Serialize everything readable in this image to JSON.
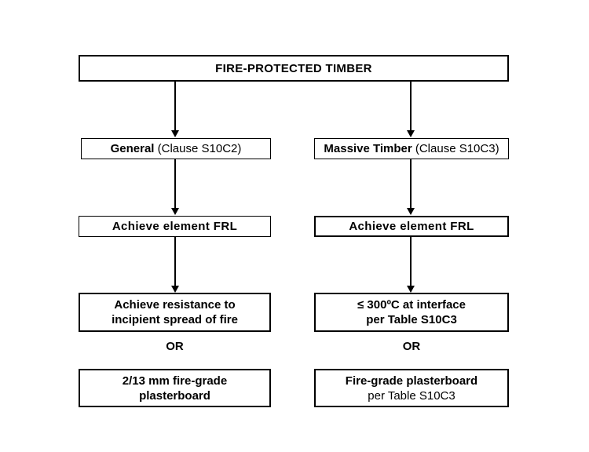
{
  "title": "FIRE-PROTECTED TIMBER",
  "or_label": "OR",
  "columns": {
    "left": {
      "branch_bold": "General",
      "branch_rest": " (Clause S10C2)",
      "frl": "Achieve element FRL",
      "criteria_line1": "Achieve resistance  to",
      "criteria_line2": "incipient spread of fire",
      "alt_line1": "2/13 mm fire-grade",
      "alt_line2": "plasterboard"
    },
    "right": {
      "branch_bold": "Massive Timber",
      "branch_rest": " (Clause S10C3)",
      "frl": "Achieve element FRL",
      "criteria_line1": "≤ 300ºC at interface",
      "criteria_line2": "per Table S10C3",
      "alt_line1": "Fire-grade plasterboard",
      "alt_line2": "per Table S10C3"
    }
  },
  "colors": {
    "line": "#000000",
    "background": "#ffffff"
  }
}
